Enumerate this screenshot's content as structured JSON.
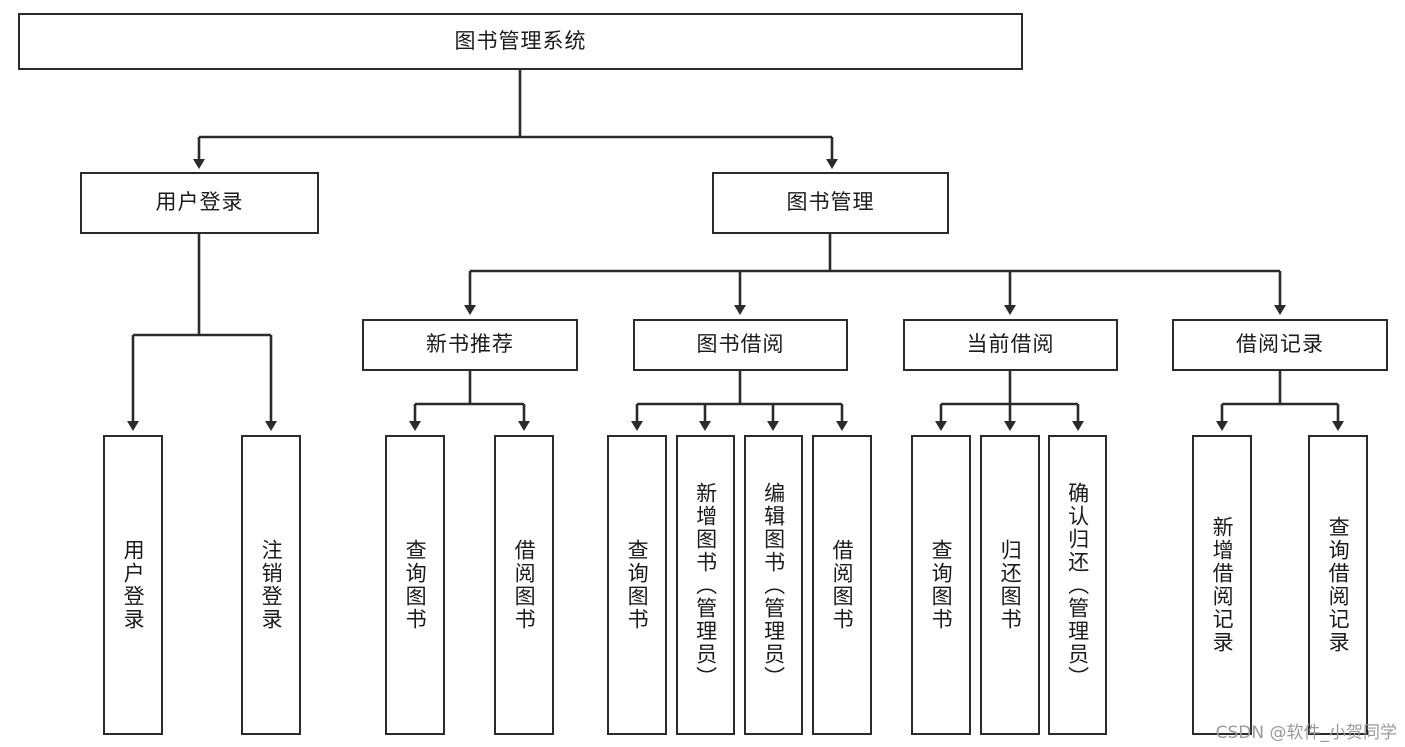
{
  "diagram": {
    "title": "图书管理系统",
    "root": {
      "id": "root",
      "label": "图书管理系统"
    },
    "level2": [
      {
        "id": "user-login",
        "label": "用户登录"
      },
      {
        "id": "book-manage",
        "label": "图书管理"
      }
    ],
    "level3": [
      {
        "id": "new-book-recommend",
        "label": "新书推荐",
        "parent": "book-manage"
      },
      {
        "id": "book-borrow",
        "label": "图书借阅",
        "parent": "book-manage"
      },
      {
        "id": "current-borrow",
        "label": "当前借阅",
        "parent": "book-manage"
      },
      {
        "id": "borrow-record",
        "label": "借阅记录",
        "parent": "book-manage"
      }
    ],
    "leaves": [
      {
        "id": "leaf-user-login",
        "label": "用户登录",
        "parent": "user-login"
      },
      {
        "id": "leaf-logout",
        "label": "注销登录",
        "parent": "user-login"
      },
      {
        "id": "leaf-query-book-1",
        "label": "查询图书",
        "parent": "new-book-recommend"
      },
      {
        "id": "leaf-borrow-book-1",
        "label": "借阅图书",
        "parent": "new-book-recommend"
      },
      {
        "id": "leaf-query-book-2",
        "label": "查询图书",
        "parent": "book-borrow"
      },
      {
        "id": "leaf-add-book",
        "label": "新增图书（管理员）",
        "parent": "book-borrow"
      },
      {
        "id": "leaf-edit-book",
        "label": "编辑图书（管理员）",
        "parent": "book-borrow"
      },
      {
        "id": "leaf-borrow-book-2",
        "label": "借阅图书",
        "parent": "book-borrow"
      },
      {
        "id": "leaf-query-book-3",
        "label": "查询图书",
        "parent": "current-borrow"
      },
      {
        "id": "leaf-return-book",
        "label": "归还图书",
        "parent": "current-borrow"
      },
      {
        "id": "leaf-confirm-return",
        "label": "确认归还（管理员）",
        "parent": "current-borrow"
      },
      {
        "id": "leaf-add-record",
        "label": "新增借阅记录",
        "parent": "borrow-record"
      },
      {
        "id": "leaf-query-record",
        "label": "查询借阅记录",
        "parent": "borrow-record"
      }
    ],
    "colors": {
      "stroke": "#2b2b2b",
      "background": "#ffffff",
      "text": "#1b1b1b",
      "watermark": "#9a9a9a"
    }
  },
  "watermark": {
    "text": "CSDN @软件_小贺同学"
  }
}
